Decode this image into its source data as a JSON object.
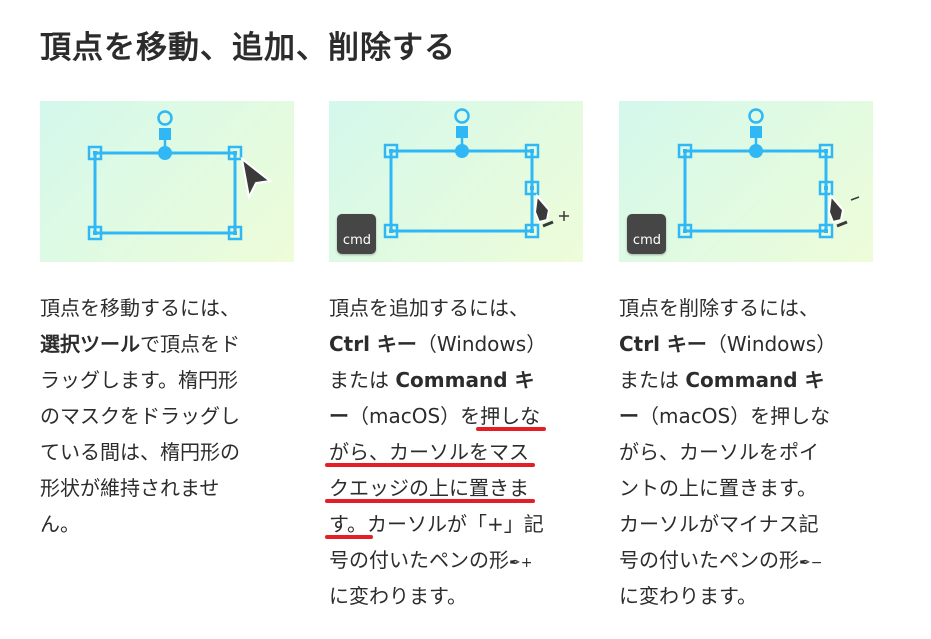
{
  "title": "頂点を移動、追加、削除する",
  "accent_color": "#2fb8f5",
  "underline_color": "#e41e25",
  "columns": [
    {
      "has_cmd": false,
      "cursor": "arrow-cursor-icon",
      "lines": [
        [
          {
            "t": "頂点を移動するには、"
          }
        ],
        [
          {
            "t": "選択ツール",
            "b": true
          },
          {
            "t": "で頂点をド"
          }
        ],
        [
          {
            "t": "ラッグします。楕円形"
          }
        ],
        [
          {
            "t": "のマスクをドラッグし"
          }
        ],
        [
          {
            "t": "ている間は、楕円形の"
          }
        ],
        [
          {
            "t": "形状が維持されませ"
          }
        ],
        [
          {
            "t": "ん。"
          }
        ]
      ]
    },
    {
      "has_cmd": true,
      "cmd_label": "cmd",
      "cursor": "pen-add-cursor-icon",
      "lines": [
        [
          {
            "t": "頂点を追加するには、"
          }
        ],
        [
          {
            "t": "Ctrl キー",
            "b": true
          },
          {
            "t": "（Windows）"
          }
        ],
        [
          {
            "t": "または "
          },
          {
            "t": "Command キ",
            "b": true
          }
        ],
        [
          {
            "t": "ー",
            "b": true
          },
          {
            "t": "（macOS）を"
          },
          {
            "t": "押しな",
            "u": true
          }
        ],
        [
          {
            "t": "がら、カーソルをマス",
            "u": true
          }
        ],
        [
          {
            "t": "クエッジの上に置きま",
            "u": true
          }
        ],
        [
          {
            "t": "す。",
            "u": true
          },
          {
            "t": "カーソルが「+」記"
          }
        ],
        [
          {
            "t": "号の付いたペンの形"
          },
          {
            "t": "✒+",
            "icon": "pen-add-icon"
          }
        ],
        [
          {
            "t": "に変わります。"
          }
        ]
      ]
    },
    {
      "has_cmd": true,
      "cmd_label": "cmd",
      "cursor": "pen-delete-cursor-icon",
      "lines": [
        [
          {
            "t": "頂点を削除するには、"
          }
        ],
        [
          {
            "t": "Ctrl キー",
            "b": true
          },
          {
            "t": "（Windows）"
          }
        ],
        [
          {
            "t": "または "
          },
          {
            "t": "Command キ",
            "b": true
          }
        ],
        [
          {
            "t": "ー",
            "b": true
          },
          {
            "t": "（macOS）を押しな"
          }
        ],
        [
          {
            "t": "がら、カーソルをポイ"
          }
        ],
        [
          {
            "t": "ントの上に置きます。"
          }
        ],
        [
          {
            "t": "カーソルがマイナス記"
          }
        ],
        [
          {
            "t": "号の付いたペンの形"
          },
          {
            "t": "✒−",
            "icon": "pen-delete-icon"
          }
        ],
        [
          {
            "t": "に変わります。"
          }
        ]
      ]
    }
  ]
}
